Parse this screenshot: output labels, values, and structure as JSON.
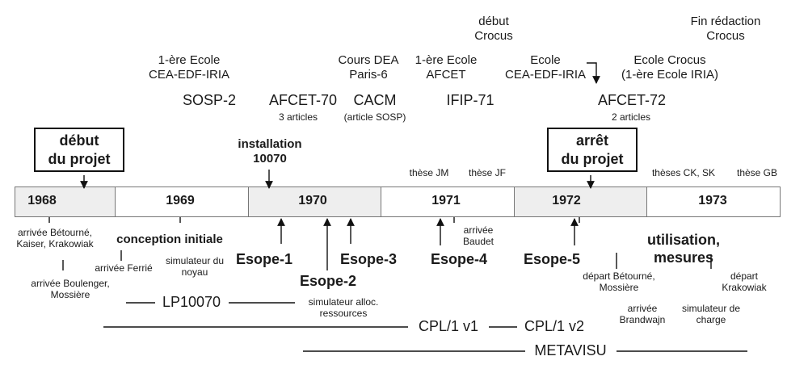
{
  "top": {
    "debut_crocus": "début\nCrocus",
    "fin_redaction": "Fin rédaction\nCrocus",
    "ecole_cea_1": "1-ère Ecole\nCEA-EDF-IRIA",
    "cours_dea": "Cours DEA\nParis-6",
    "ecole_afcet": "1-ère Ecole\nAFCET",
    "ecole_cea_2": "Ecole\nCEA-EDF-IRIA",
    "ecole_crocus": "Ecole Crocus\n(1-ère Ecole IRIA)",
    "sosp2": "SOSP-2",
    "afcet70": "AFCET-70",
    "afcet70_sub": "3 articles",
    "cacm": "CACM",
    "cacm_sub": "(article SOSP)",
    "ifip71": "IFIP-71",
    "afcet72": "AFCET-72",
    "afcet72_sub": "2 articles",
    "debut_projet": "début\ndu projet",
    "arret_projet": "arrêt\ndu projet",
    "installation": "installation\n10070",
    "these_jm": "thèse JM",
    "these_jf": "thèse JF",
    "theses_ck_sk": "thèses CK, SK",
    "these_gb": "thèse GB"
  },
  "years": [
    "1968",
    "1969",
    "1970",
    "1971",
    "1972",
    "1973"
  ],
  "colors": {
    "band_shaded": "#eeeeee",
    "band_plain": "#ffffff",
    "ink": "#1a1a1a"
  },
  "bottom": {
    "arrivee_btk": "arrivée Bétourné,\nKaiser, Krakowiak",
    "arrivee_boulenger": "arrivée Boulenger,\nMossière",
    "conception": "conception initiale",
    "arrivee_ferrie": "arrivée Ferrié",
    "sim_noyau": "simulateur du\nnoyau",
    "esope1": "Esope-1",
    "esope2": "Esope-2",
    "esope3": "Esope-3",
    "esope4": "Esope-4",
    "esope5": "Esope-5",
    "sim_alloc": "simulateur alloc.\nressources",
    "arrivee_baudet": "arrivée\nBaudet",
    "depart_bm": "départ Bétourné,\nMossière",
    "utilisation": "utilisation,\nmesures",
    "depart_krakowiak": "départ\nKrakowiak",
    "arrivee_brandwajn": "arrivée\nBrandwajn",
    "sim_charge": "simulateur de\ncharge",
    "lp10070": "LP10070",
    "cpl1_v1": "CPL/1 v1",
    "cpl1_v2": "CPL/1 v2",
    "metavisu": "METAVISU"
  }
}
